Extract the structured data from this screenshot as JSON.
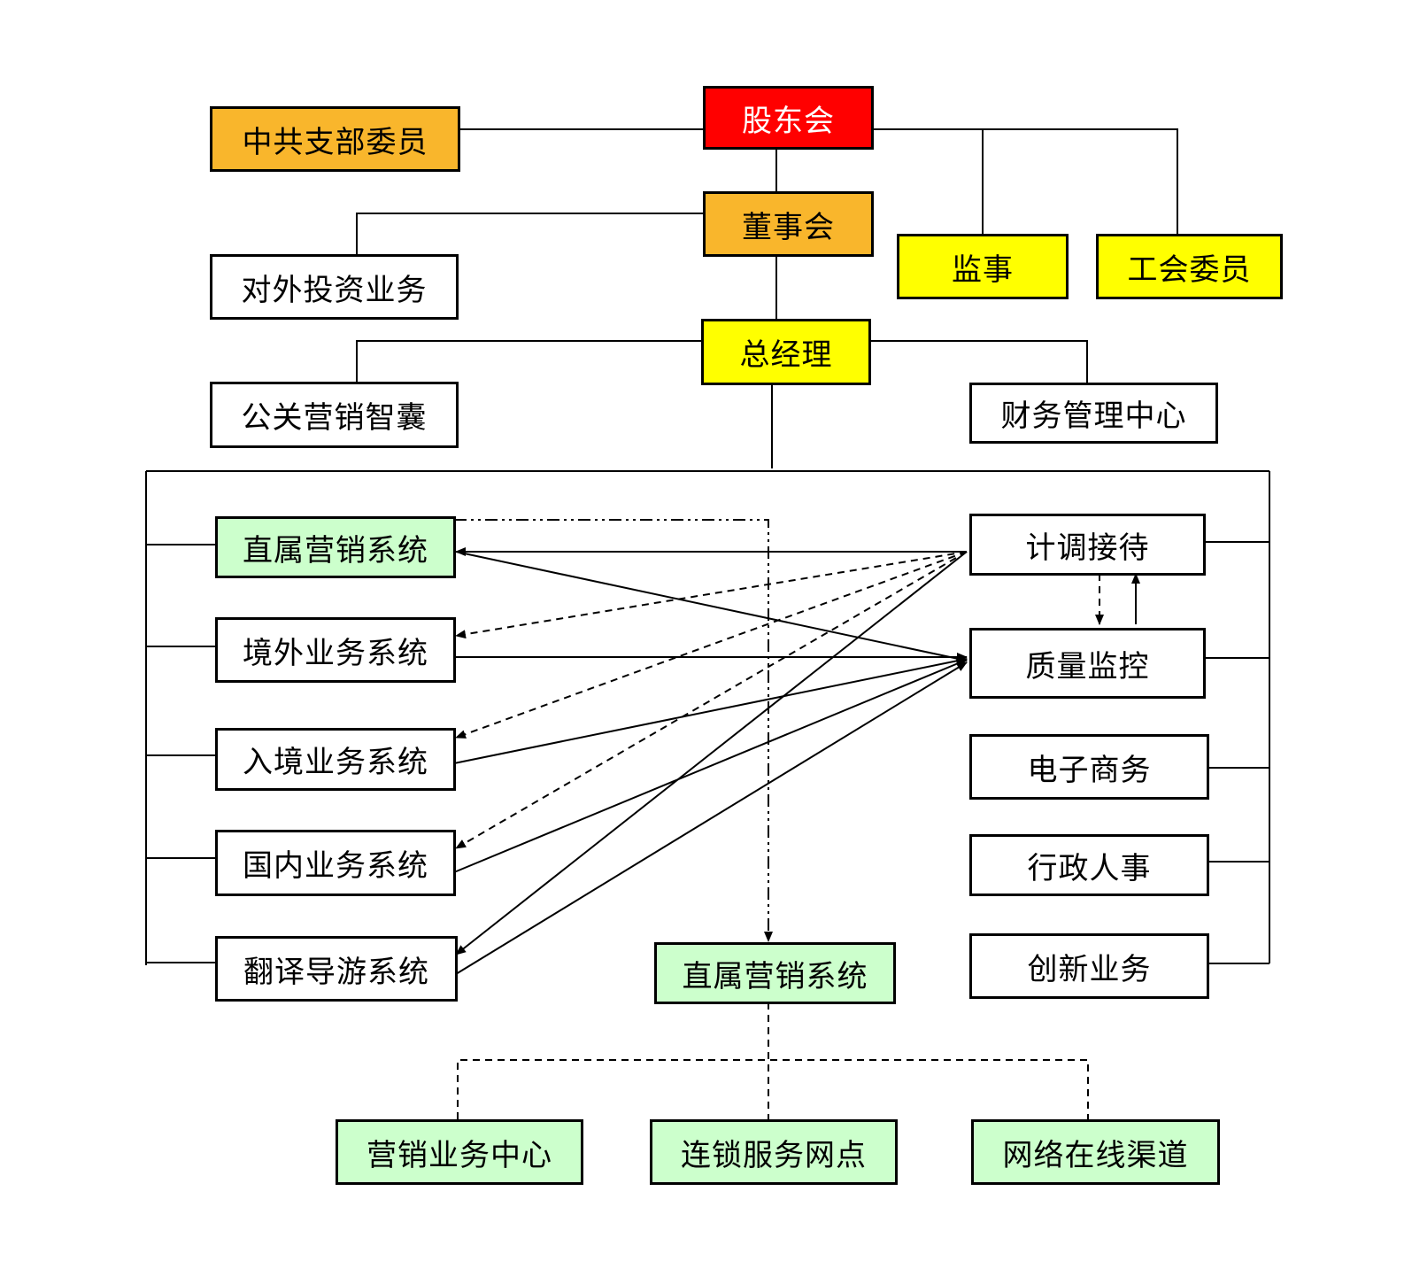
{
  "colors": {
    "red": "#ff0000",
    "orange": "#f9b62c",
    "yellow": "#ffff00",
    "white": "#ffffff",
    "green": "#ccffcc",
    "line": "#000000"
  },
  "nodes": {
    "shareholders": "股东会",
    "party_branch": "中共支部委员",
    "board": "董事会",
    "supervisor": "监事",
    "union": "工会委员",
    "foreign_investment": "对外投资业务",
    "general_manager": "总经理",
    "pr_think_tank": "公关营销智囊",
    "finance_center": "财务管理中心",
    "direct_marketing_left": "直属营销系统",
    "overseas_business": "境外业务系统",
    "inbound_business": "入境业务系统",
    "domestic_business": "国内业务系统",
    "translation_guide": "翻译导游系统",
    "reception": "计调接待",
    "quality_monitor": "质量监控",
    "ecommerce": "电子商务",
    "admin_hr": "行政人事",
    "innovation": "创新业务",
    "direct_marketing_center": "直属营销系统",
    "marketing_center": "营销业务中心",
    "chain_outlets": "连锁服务网点",
    "online_channel": "网络在线渠道"
  }
}
